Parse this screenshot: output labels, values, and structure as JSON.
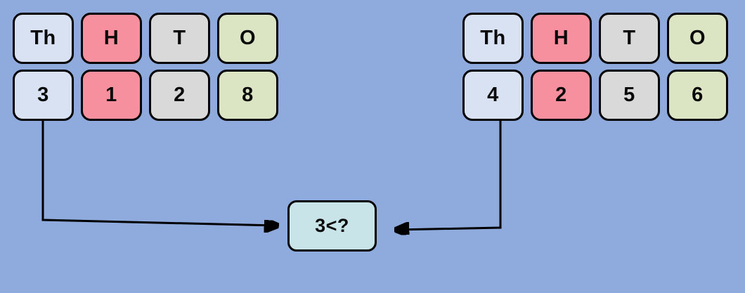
{
  "diagram": {
    "description_columns": [
      "Th",
      "H",
      "T",
      "O"
    ],
    "left_number": {
      "headers": [
        "Th",
        "H",
        "T",
        "O"
      ],
      "digits": [
        "3",
        "1",
        "2",
        "8"
      ]
    },
    "right_number": {
      "headers": [
        "Th",
        "H",
        "T",
        "O"
      ],
      "digits": [
        "4",
        "2",
        "5",
        "6"
      ]
    },
    "comparison_box": {
      "text": "3<?"
    }
  },
  "colors": {
    "background": "#8FAADC",
    "thousands": "#D9E2F3",
    "hundreds": "#F7909E",
    "tens": "#D9D9D9",
    "ones": "#DBE5C3",
    "comparison": "#C9E4E8",
    "border": "#000000",
    "arrow": "#000000"
  }
}
